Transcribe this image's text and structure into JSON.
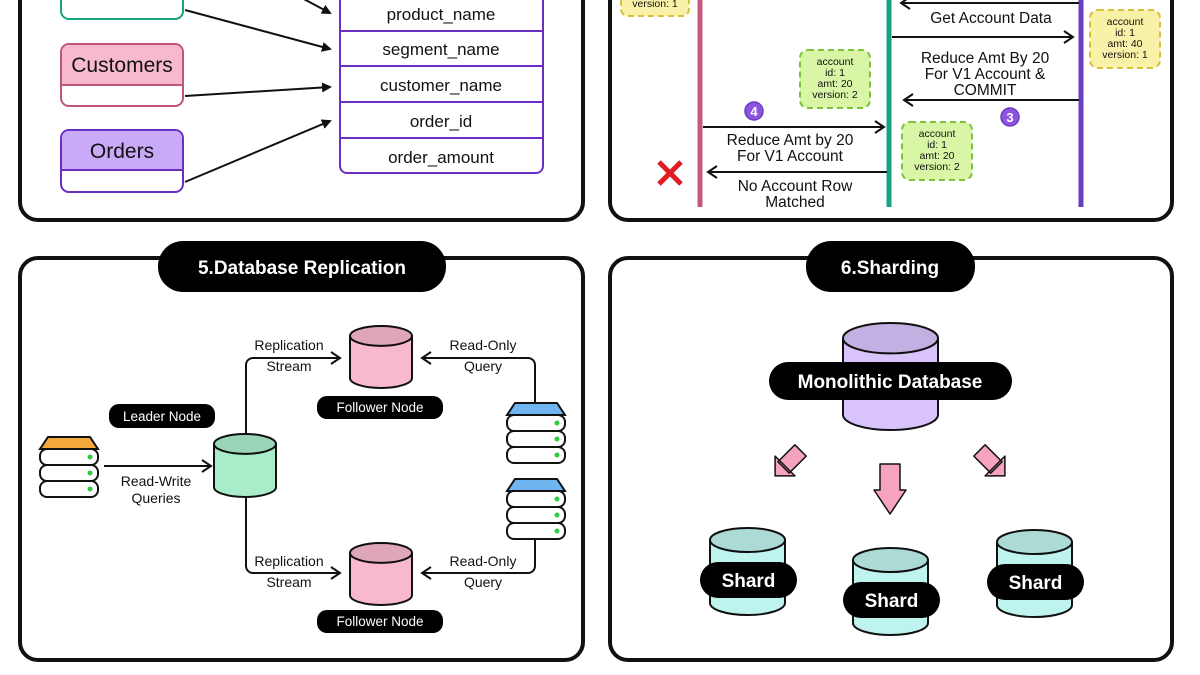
{
  "colors": {
    "products_green": "#1aa37f",
    "customers_pink": "#f8b8d0",
    "orders_purple": "#c9aaf8",
    "table_border": "#6a2fc0",
    "lifeline_pink": "#c4587d",
    "lifeline_green": "#15a37f",
    "lifeline_purple": "#6a3ec0",
    "note_yellow": "#faf1a8",
    "note_green": "#d9f5a6",
    "badge_purple": "#8b55e0",
    "error_red": "#e01b24",
    "leader_cylinder": "#a9ecc9",
    "follower_cylinder": "#f8b8d0",
    "monolith_cylinder": "#d9c3fb",
    "shard_cylinder": "#bff3ee",
    "arrow_pink": "#f6a4bd"
  },
  "star_schema": {
    "dimensions": [
      {
        "label": ""
      },
      {
        "label": "Customers"
      },
      {
        "label": "Orders"
      }
    ],
    "fact_fields": [
      "product_name",
      "segment_name",
      "customer_name",
      "order_id",
      "order_amount"
    ]
  },
  "optimistic_locking": {
    "top_note": "version: 1",
    "messages": {
      "get_account": "Get Account Data",
      "reduce_commit": [
        "Reduce Amt By 20",
        "For V1 Account &",
        "COMMIT"
      ],
      "reduce_v1": [
        "Reduce Amt by 20",
        "For V1 Account"
      ],
      "no_row": [
        "No Account Row",
        "Matched"
      ]
    },
    "notes": [
      {
        "lines": [
          "account",
          "id: 1",
          "amt: 40",
          "version: 1"
        ]
      },
      {
        "lines": [
          "account",
          "id: 1",
          "amt: 20",
          "version: 2"
        ]
      },
      {
        "lines": [
          "account",
          "id: 1",
          "amt: 20",
          "version: 2"
        ]
      }
    ],
    "steps": [
      "3",
      "4"
    ],
    "failure_icon": "red-x-icon"
  },
  "replication": {
    "title": "5.Database Replication",
    "leader_label": "Leader Node",
    "follower_label": "Follower Node",
    "read_write": [
      "Read-Write",
      "Queries"
    ],
    "stream": [
      "Replication",
      "Stream"
    ],
    "read_only": [
      "Read-Only",
      "Query"
    ]
  },
  "sharding": {
    "title": "6.Sharding",
    "monolith_label": "Monolithic Database",
    "shard_label": "Shard"
  }
}
